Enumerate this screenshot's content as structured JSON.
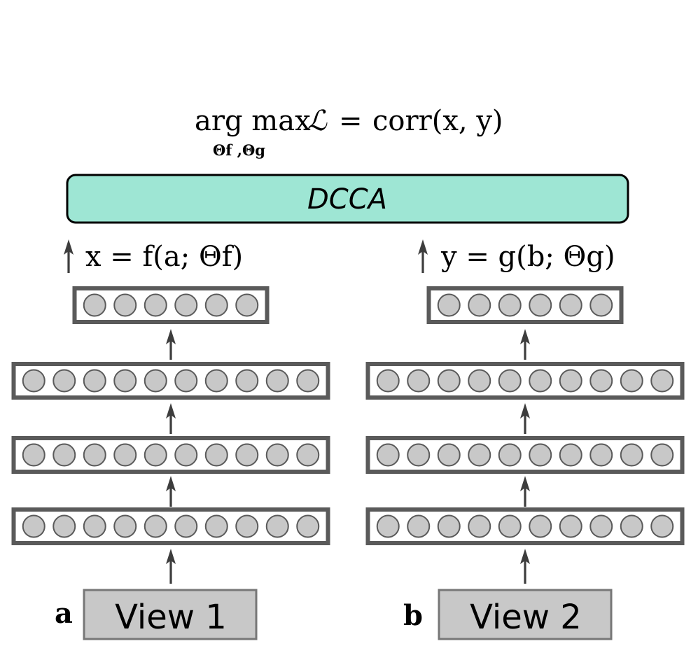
{
  "objective": {
    "text": "arg max",
    "loss": "ℒ",
    "equals": "=",
    "corr": "corr(x, y)",
    "subscript": "Θf ,Θg"
  },
  "dcca_label": "DCCA",
  "colors": {
    "dcca_fill": "#9ee6d4",
    "box_stroke": "#5a5a5a",
    "neuron_fill": "#c8c8c8",
    "view_fill": "#c8c8c8",
    "arrow": "#3d3d3d"
  },
  "left_network": {
    "output_equation": "x = f(a; Θf)",
    "input_letter": "a",
    "view_label": "View 1",
    "layers": [
      6,
      10,
      10,
      10
    ]
  },
  "right_network": {
    "output_equation": "y = g(b; Θg)",
    "input_letter": "b",
    "view_label": "View 2",
    "layers": [
      6,
      10,
      10,
      10
    ]
  }
}
